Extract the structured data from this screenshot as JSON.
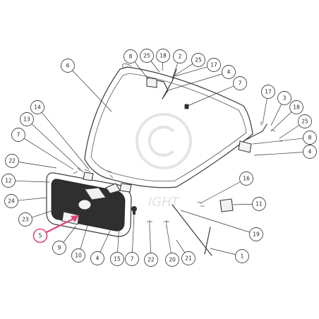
{
  "diagram": {
    "highlight_color": "#e0457b",
    "highlighted_part": "5",
    "callouts": [
      {
        "id": "c1",
        "label": "1"
      },
      {
        "id": "c2",
        "label": "2"
      },
      {
        "id": "c3",
        "label": "3"
      },
      {
        "id": "c4a",
        "label": "4"
      },
      {
        "id": "c4b",
        "label": "4"
      },
      {
        "id": "c4c",
        "label": "4"
      },
      {
        "id": "c5",
        "label": "5"
      },
      {
        "id": "c6",
        "label": "6"
      },
      {
        "id": "c7a",
        "label": "7"
      },
      {
        "id": "c7b",
        "label": "7"
      },
      {
        "id": "c7c",
        "label": "7"
      },
      {
        "id": "c8a",
        "label": "8"
      },
      {
        "id": "c8b",
        "label": "8"
      },
      {
        "id": "c9",
        "label": "9"
      },
      {
        "id": "c10",
        "label": "10"
      },
      {
        "id": "c11",
        "label": "11"
      },
      {
        "id": "c12",
        "label": "12"
      },
      {
        "id": "c13",
        "label": "13"
      },
      {
        "id": "c14",
        "label": "14"
      },
      {
        "id": "c15",
        "label": "15"
      },
      {
        "id": "c16",
        "label": "16"
      },
      {
        "id": "c17a",
        "label": "17"
      },
      {
        "id": "c17b",
        "label": "17"
      },
      {
        "id": "c18a",
        "label": "18"
      },
      {
        "id": "c18b",
        "label": "18"
      },
      {
        "id": "c19",
        "label": "19"
      },
      {
        "id": "c20",
        "label": "20"
      },
      {
        "id": "c21",
        "label": "21"
      },
      {
        "id": "c22a",
        "label": "22"
      },
      {
        "id": "c22b",
        "label": "22"
      },
      {
        "id": "c23",
        "label": "23"
      },
      {
        "id": "c24",
        "label": "24"
      },
      {
        "id": "c25a",
        "label": "25"
      },
      {
        "id": "c25b",
        "label": "25"
      },
      {
        "id": "c25c",
        "label": "25"
      }
    ]
  }
}
